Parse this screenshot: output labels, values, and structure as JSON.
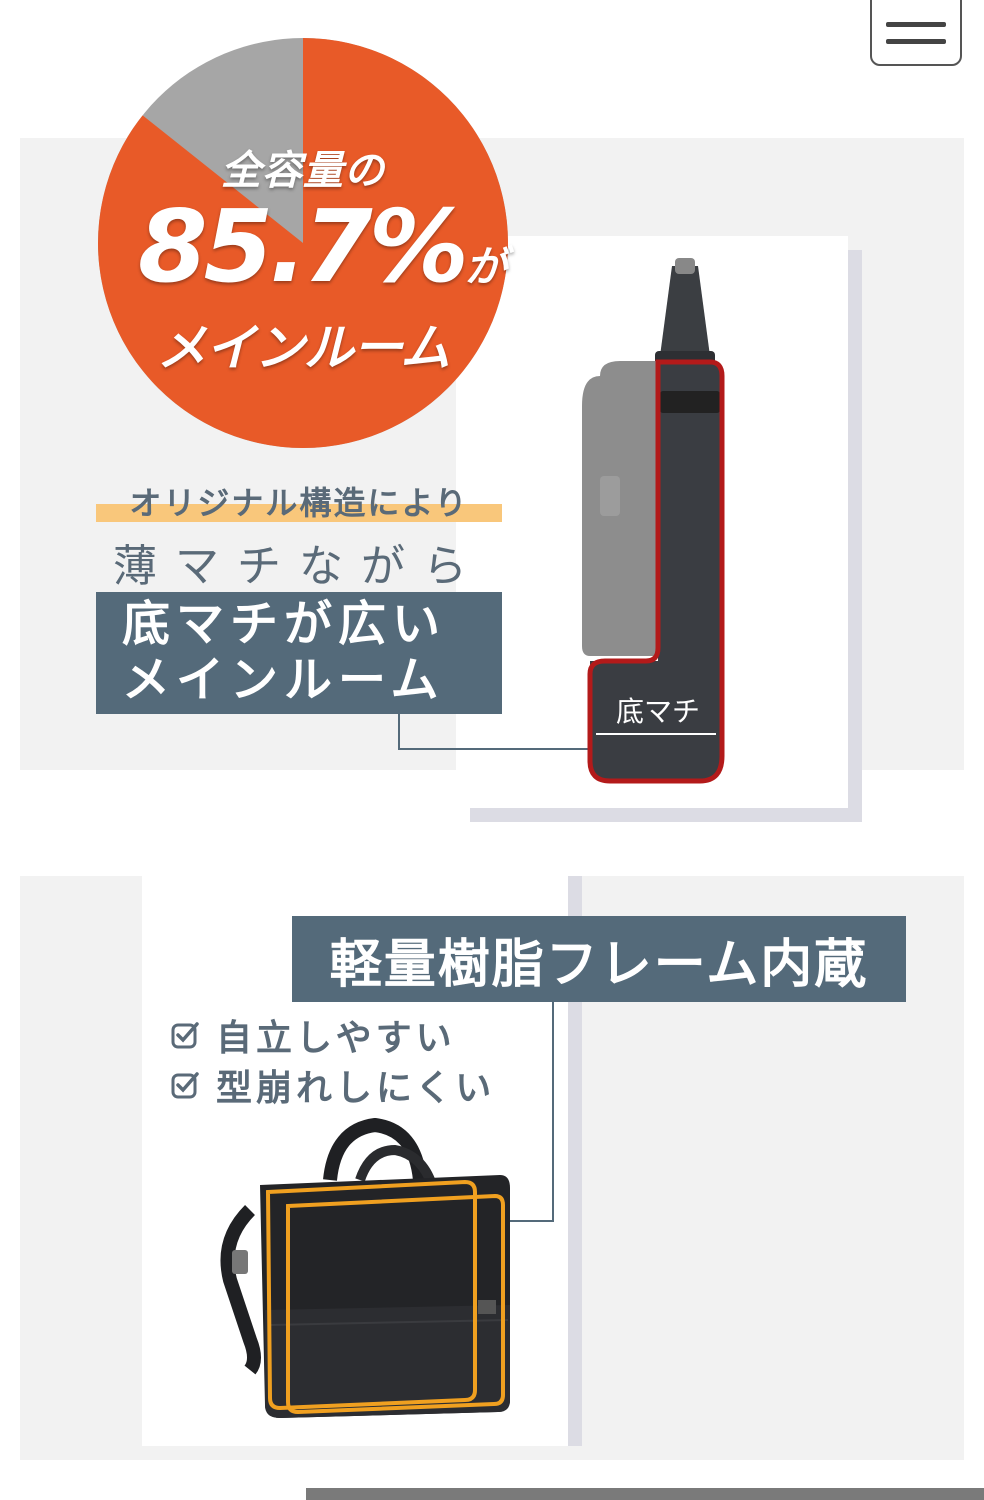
{
  "header": {
    "menu_icon": "hamburger-menu-icon"
  },
  "capacity": {
    "line1": "全容量の",
    "percent": "85.7%",
    "percent_suffix": "が",
    "line3": "メインルーム",
    "main_fraction": 0.857,
    "colors": {
      "main": "#e85a28",
      "rest": "#a6a6a6"
    }
  },
  "structure": {
    "original_label": "オリジナル構造により",
    "thin_label": "薄マチながら",
    "headline_line1": "底マチが広い",
    "headline_line2": "メインルーム",
    "bag_label": "底マチ",
    "highlight_color": "#f9c77b",
    "outline_color": "#b31a1a"
  },
  "frame": {
    "title": "軽量樹脂フレーム内蔵",
    "features": [
      "自立しやすい",
      "型崩れしにくい"
    ],
    "outline_color": "#f0a020"
  },
  "theme": {
    "accent": "#546a7a",
    "background": "#f2f2f2"
  }
}
